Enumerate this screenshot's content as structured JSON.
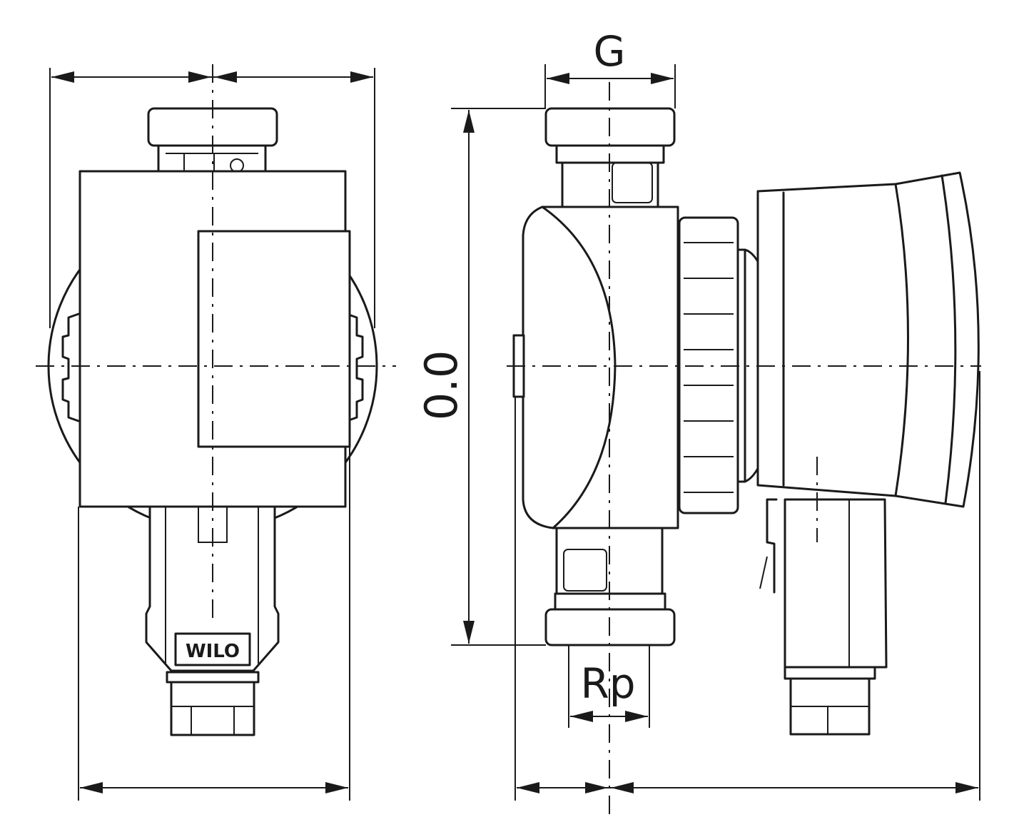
{
  "labels": {
    "top_dimension": "G",
    "bottom_dimension": "Rp",
    "height_dimension": "0.0"
  },
  "logo": "WILO",
  "colors": {
    "line": "#1a1a1a",
    "background": "#ffffff"
  }
}
